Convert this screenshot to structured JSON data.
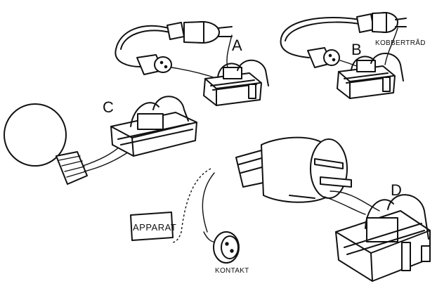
{
  "labels": {
    "a": "A",
    "b": "B",
    "c": "C",
    "d": "D",
    "kobbertraad": "KOBBERTRÅD",
    "apparat": "APPARAT",
    "kontakt": "KONTAKT"
  }
}
